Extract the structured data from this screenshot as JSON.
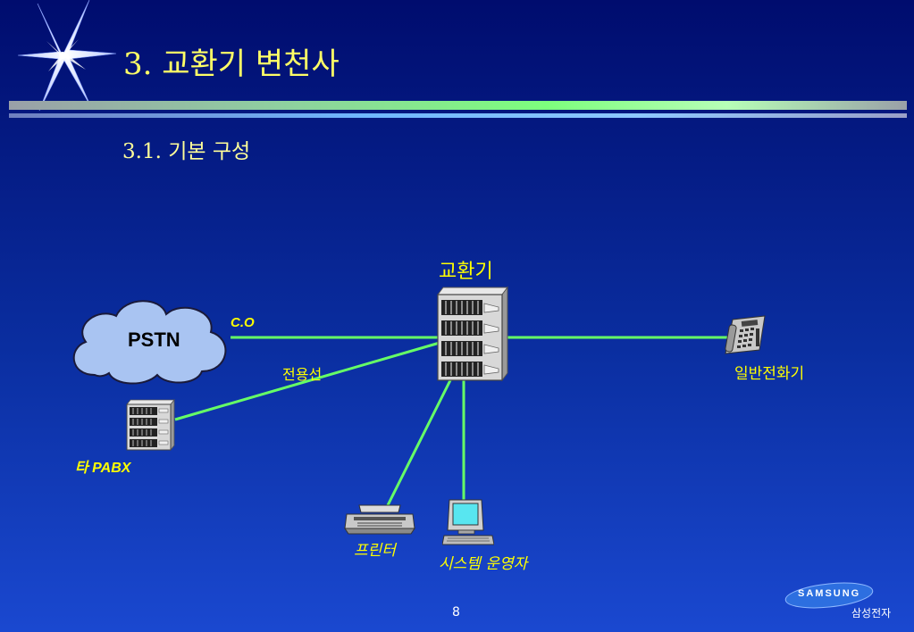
{
  "slide": {
    "title": "3. 교환기 변천사",
    "subtitle": "3.1. 기본 구성",
    "page_number": "8"
  },
  "diagram": {
    "nodes": {
      "pstn": "PSTN",
      "switch": "교환기",
      "telephone": "일반전화기",
      "other_pabx": "타 PABX",
      "printer": "프린터",
      "operator": "시스템 운영자"
    },
    "links": {
      "co": "C.O",
      "leased_line": "전용선"
    }
  },
  "footer": {
    "logo_text": "SAMSUNG",
    "company": "삼성전자"
  },
  "colors": {
    "title": "#ffff66",
    "label": "#ffff00",
    "link": "#66ff66",
    "cloud": "#a9c4f2"
  },
  "icons": [
    "starburst-icon",
    "cloud-icon",
    "server-rack-icon",
    "desk-phone-icon",
    "printer-icon",
    "computer-icon"
  ]
}
